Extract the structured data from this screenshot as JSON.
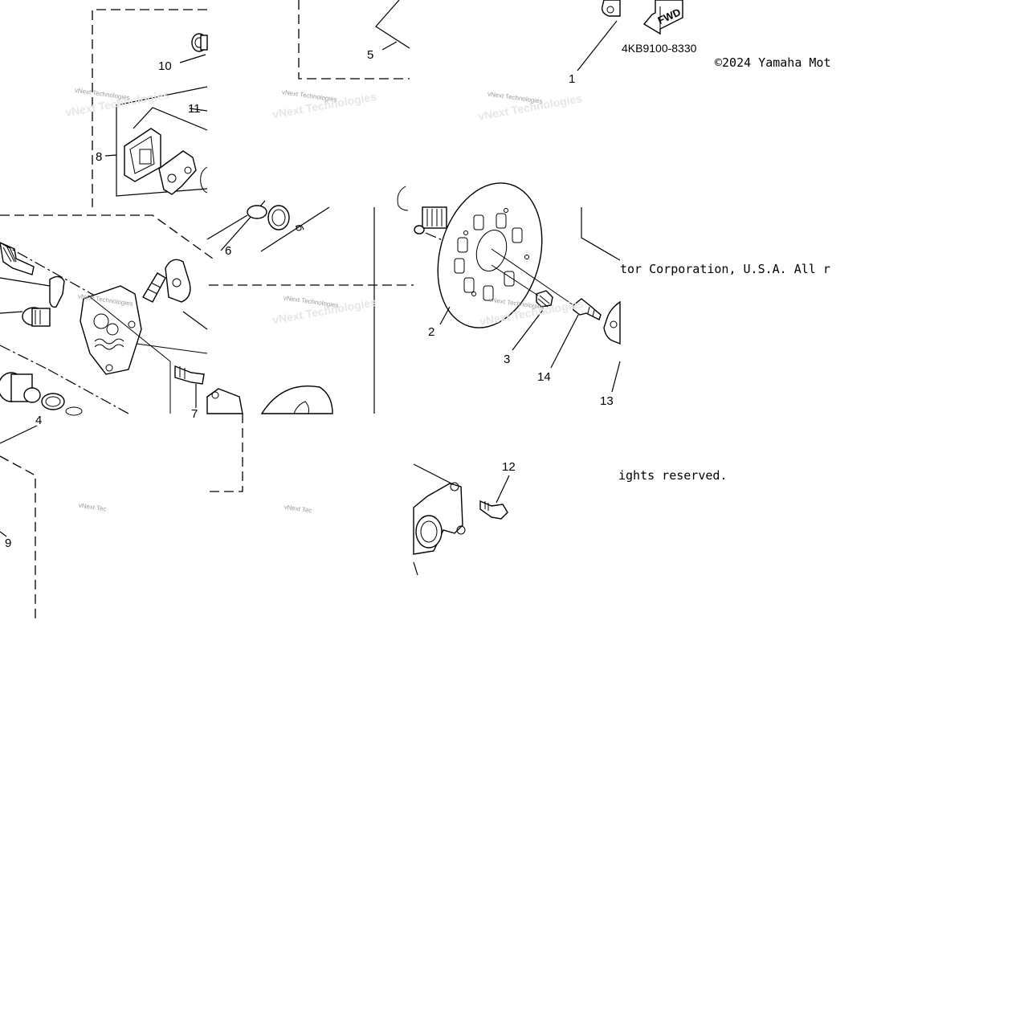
{
  "diagram": {
    "part_code": "4KB9100-8330",
    "fwd_label": "FWD",
    "copyright": {
      "segment_1": "©2024 Yamaha Mot",
      "segment_2": "tor Corporation, U.S.A. All r",
      "segment_3": "ights reserved."
    },
    "watermark": "vNext Technologies",
    "watermark_cut_1": "vNext Tec",
    "watermark_cut_2": "vNext Tec",
    "callouts": {
      "c1": "1",
      "c2": "2",
      "c3": "3",
      "c4": "4",
      "c5": "5",
      "c6": "6",
      "c7": "7",
      "c8": "8",
      "c9": "9",
      "c10": "10",
      "c11": "11",
      "c12": "12",
      "c13": "13",
      "c14": "14"
    }
  }
}
